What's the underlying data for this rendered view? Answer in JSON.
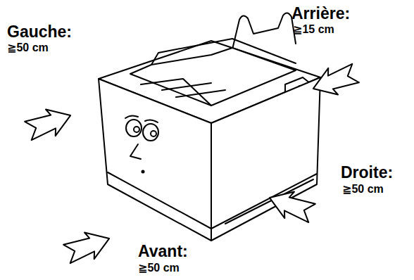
{
  "diagram": {
    "labels": [
      "Gauche:",
      "≧50 cm",
      "Arrière:",
      "≧15 cm",
      "Droite:",
      "≧50 cm",
      "Avant:",
      "≧50 cm"
    ]
  }
}
